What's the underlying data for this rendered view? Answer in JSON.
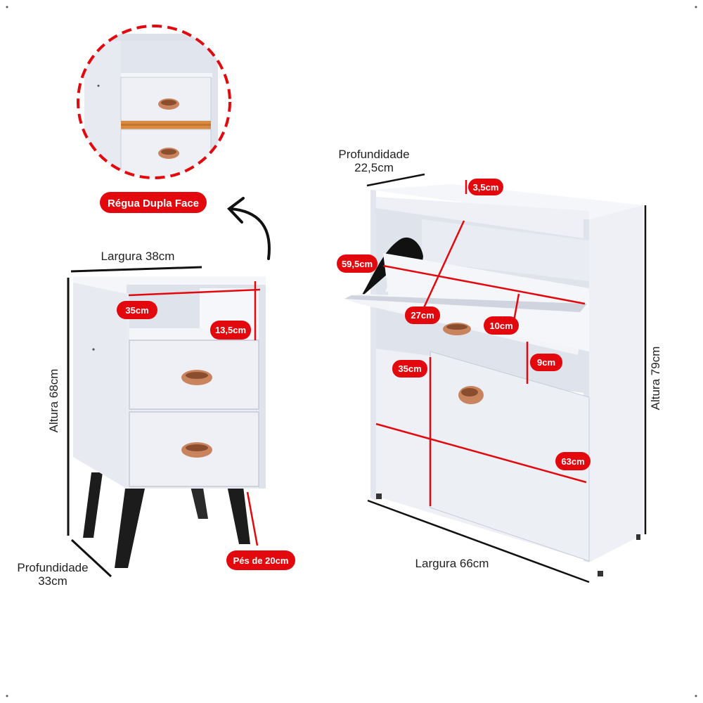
{
  "colors": {
    "annotation_red": "#e3080d",
    "furniture_white": "#eef0f5",
    "furniture_shade": "#d8dce6",
    "leg_black": "#1c1c1c",
    "handle_copper": "#c9845e",
    "wood_strip": "#d98a3e"
  },
  "nightstand": {
    "width_label": "Largura 38cm",
    "height_label": "Altura 68cm",
    "depth_label_1": "Profundidade",
    "depth_label_2": "33cm",
    "niche_width": "35cm",
    "niche_height": "13,5cm",
    "legs": "Pés de 20cm"
  },
  "detail": {
    "caption": "Régua Dupla Face"
  },
  "shoe_cabinet": {
    "depth_label_1": "Profundidade",
    "depth_label_2": "22,5cm",
    "top_thickness": "3,5cm",
    "flap_width": "59,5cm",
    "flap_depth": "27cm",
    "flap_gap": "10cm",
    "door_height": "35cm",
    "lower_gap": "9cm",
    "base_width": "63cm",
    "width_label": "Largura 66cm",
    "height_label": "Altura 79cm"
  }
}
